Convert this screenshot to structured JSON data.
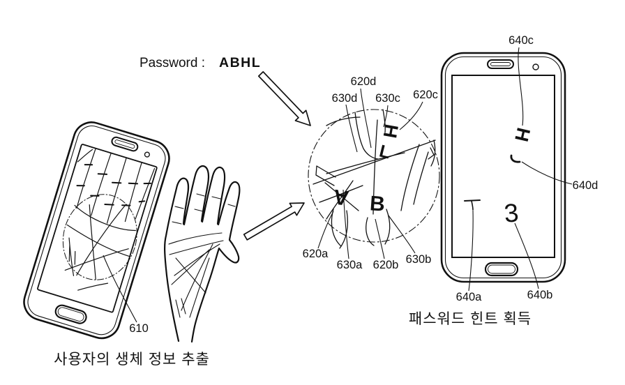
{
  "figure": {
    "password_label": "Password :",
    "password_value": "ABHL",
    "left_caption": "사용자의 생체 정보 추출",
    "right_caption": "패스워드 힌트 획득",
    "refs": {
      "r610": "610",
      "r620a": "620a",
      "r620b": "620b",
      "r620c": "620c",
      "r620d": "620d",
      "r630a": "630a",
      "r630b": "630b",
      "r630c": "630c",
      "r630d": "630d",
      "r640a": "640a",
      "r640b": "640b",
      "r640c": "640c",
      "r640d": "640d"
    },
    "letters": {
      "A": "A",
      "B": "B",
      "H": "H",
      "L": "L"
    },
    "hints": {
      "h": "H",
      "b": "3"
    }
  }
}
